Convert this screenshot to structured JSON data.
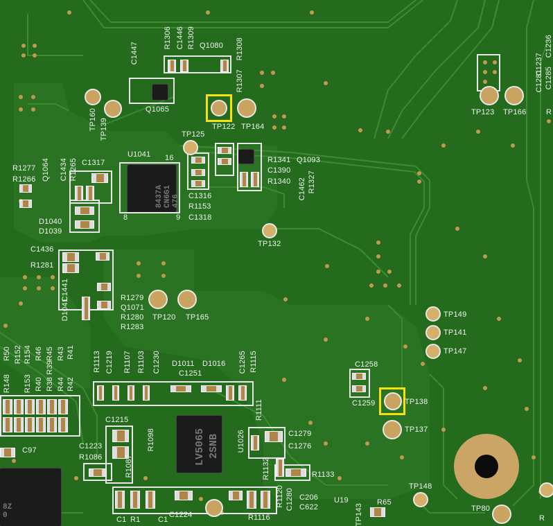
{
  "board": {
    "colors": {
      "substrate": "#246b1e",
      "copper": "#2e7a26",
      "silk": "#f2f2f2",
      "pad": "#c9a35f",
      "highlight": "#f7e20a"
    }
  },
  "labels": {
    "c1447": "C1447",
    "r1306": "R1306",
    "c1446": "C1446",
    "r1309": "R1309",
    "q1080": "Q1080",
    "r1308": "R1308",
    "r1307": "R1307",
    "q1065": "Q1065",
    "tp160": "TP160",
    "tp139": "TP139",
    "tp122": "TP122",
    "tp164": "TP164",
    "tp125": "TP125",
    "u1041": "U1041",
    "n16": "16",
    "r1341": "R1341",
    "q1093": "Q1093",
    "c1390": "C1390",
    "r1340": "R1340",
    "r1327": "R1327",
    "c1462": "C1462",
    "r1277": "R1277",
    "q1064": "Q1064",
    "r1266": "R1266",
    "r1265": "R1265",
    "c1434": "C1434",
    "c1317": "C1317",
    "c1316": "C1316",
    "r1153": "R1153",
    "c1318": "C1318",
    "n8": "8",
    "n9": "9",
    "d1040": "D1040",
    "d1039": "D1039",
    "tp132": "TP132",
    "c1436": "C1436",
    "r1281": "R1281",
    "c1441": "C1441",
    "d1041": "D1041",
    "r1279": "R1279",
    "q1071": "Q1071",
    "r1280": "R1280",
    "r1283": "R1283",
    "tp120": "TP120",
    "tp165": "TP165",
    "tp123": "TP123",
    "tp166": "TP166",
    "c1236": "C1236",
    "c1237": "C1237",
    "c1285": "C1285",
    "c1281": "C1281",
    "tp149": "TP149",
    "tp141": "TP141",
    "tp147": "TP147",
    "c1258": "C1258",
    "c1259": "C1259",
    "tp138": "TP138",
    "tp137": "TP137",
    "tp148": "TP148",
    "tp80": "TP80",
    "r1113": "R1113",
    "c1219": "C1219",
    "r1107": "R1107",
    "r1103": "R1103",
    "c1230": "C1230",
    "d1011": "D1011",
    "d1016": "D1016",
    "c1265": "C1265",
    "r1115": "R1115",
    "c1251": "C1251",
    "c1215": "C1215",
    "r1098": "R1098",
    "u1026": "U1026",
    "c1279": "C1279",
    "c1276": "C1276",
    "c1223": "C1223",
    "r1086": "R1086",
    "r1087": "R1087",
    "r1132": "R1132",
    "r1133": "R1133",
    "c97": "C97",
    "c1224": "C1224",
    "r1116": "R1116",
    "r1120": "R1120",
    "c1280": "C1280",
    "c206": "C206",
    "c622": "C622",
    "u19": "U19",
    "r65": "R65",
    "tp143": "TP143",
    "r1111": "R1111",
    "r41": "R41",
    "r43": "R43",
    "r45": "R45",
    "r46": "R46",
    "r39": "R39",
    "r44": "R44",
    "r42": "R42",
    "r50": "R50",
    "r154": "R154",
    "r152": "R152",
    "r153": "R153",
    "r40": "R40",
    "r38": "R38",
    "r148": "R148",
    "r1": "R",
    "ex_c1": "C1",
    "ex_c1b": "C1",
    "ex_r1": "R1",
    "r1c": "R"
  },
  "chips": {
    "u1041_mark": "8437A\nCN6G1\n476",
    "lv5065_line1": "LV5065",
    "lv5065_line2": "2SNB",
    "left_chip_mark": "8Z\n0"
  }
}
